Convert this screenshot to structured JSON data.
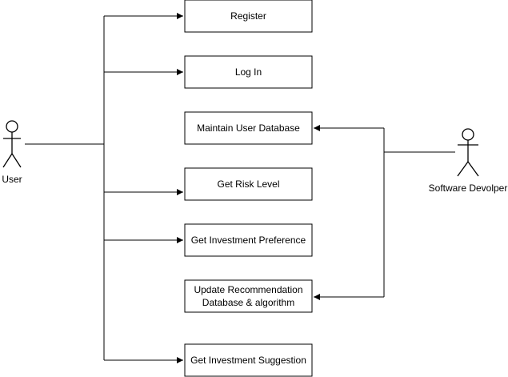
{
  "actors": {
    "user": {
      "label": "User"
    },
    "developer": {
      "label": "Software Devolper"
    }
  },
  "use_cases": [
    {
      "id": "register",
      "lines": [
        "Register"
      ]
    },
    {
      "id": "login",
      "lines": [
        "Log In"
      ]
    },
    {
      "id": "maintain-user-db",
      "lines": [
        "Maintain User Database"
      ]
    },
    {
      "id": "risk-level",
      "lines": [
        "Get Risk Level"
      ]
    },
    {
      "id": "investment-preference",
      "lines": [
        "Get Investment Preference"
      ]
    },
    {
      "id": "update-recommendation",
      "lines": [
        "Update Recommendation",
        "Database & algorithm"
      ]
    },
    {
      "id": "investment-suggestion",
      "lines": [
        "Get Investment Suggestion"
      ]
    }
  ],
  "colors": {
    "line": "#000000",
    "background": "#ffffff"
  }
}
